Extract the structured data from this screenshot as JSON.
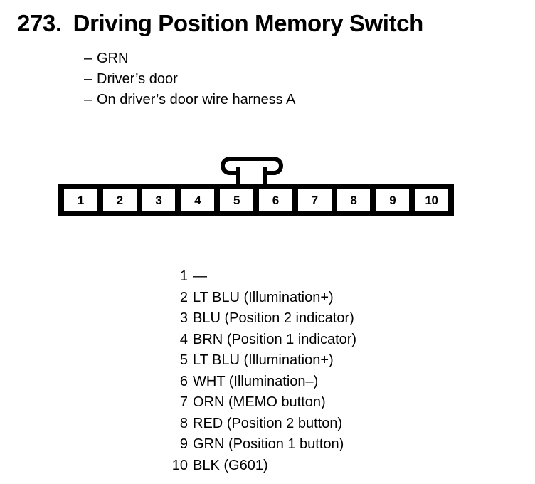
{
  "heading": {
    "number": "273.",
    "title": "Driving Position Memory Switch"
  },
  "attributes": [
    {
      "dash": "–",
      "text": "GRN"
    },
    {
      "dash": "–",
      "text": "Driver’s door"
    },
    {
      "dash": "–",
      "text": "On driver’s door wire harness A"
    }
  ],
  "connector": {
    "pin_count": 10,
    "cells": [
      "1",
      "2",
      "3",
      "4",
      "5",
      "6",
      "7",
      "8",
      "9",
      "10"
    ],
    "latch": "latch-tab"
  },
  "pinout": [
    {
      "pin": "1",
      "desc": "—"
    },
    {
      "pin": "2",
      "desc": "LT BLU (Illumination+)"
    },
    {
      "pin": "3",
      "desc": "BLU (Position 2 indicator)"
    },
    {
      "pin": "4",
      "desc": "BRN (Position 1 indicator)"
    },
    {
      "pin": "5",
      "desc": "LT BLU (Illumination+)"
    },
    {
      "pin": "6",
      "desc": "WHT (Illumination–)"
    },
    {
      "pin": "7",
      "desc": "ORN (MEMO button)"
    },
    {
      "pin": "8",
      "desc": "RED (Position 2 button)"
    },
    {
      "pin": "9",
      "desc": "GRN (Position 1 button)"
    },
    {
      "pin": "10",
      "desc": "BLK (G601)"
    }
  ],
  "colors": {
    "ink": "#000000",
    "paper": "#ffffff"
  }
}
